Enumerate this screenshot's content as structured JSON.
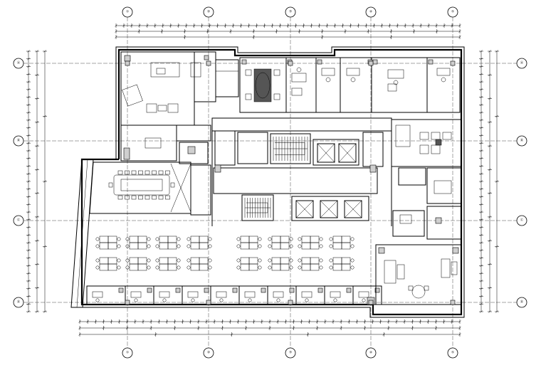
{
  "grid_axes": {
    "top": [
      "①",
      "②",
      "③",
      "④",
      "⑤"
    ],
    "bottom": [
      "①",
      "②",
      "③",
      "④",
      "⑤"
    ],
    "left": [
      "Ⓐ",
      "Ⓑ",
      "Ⓒ",
      "Ⓓ"
    ],
    "right": [
      "Ⓐ",
      "Ⓑ",
      "Ⓒ",
      "Ⓓ"
    ]
  },
  "colors": {
    "line": "#000000",
    "fill": "#cfcfcf",
    "background": "#ffffff"
  }
}
